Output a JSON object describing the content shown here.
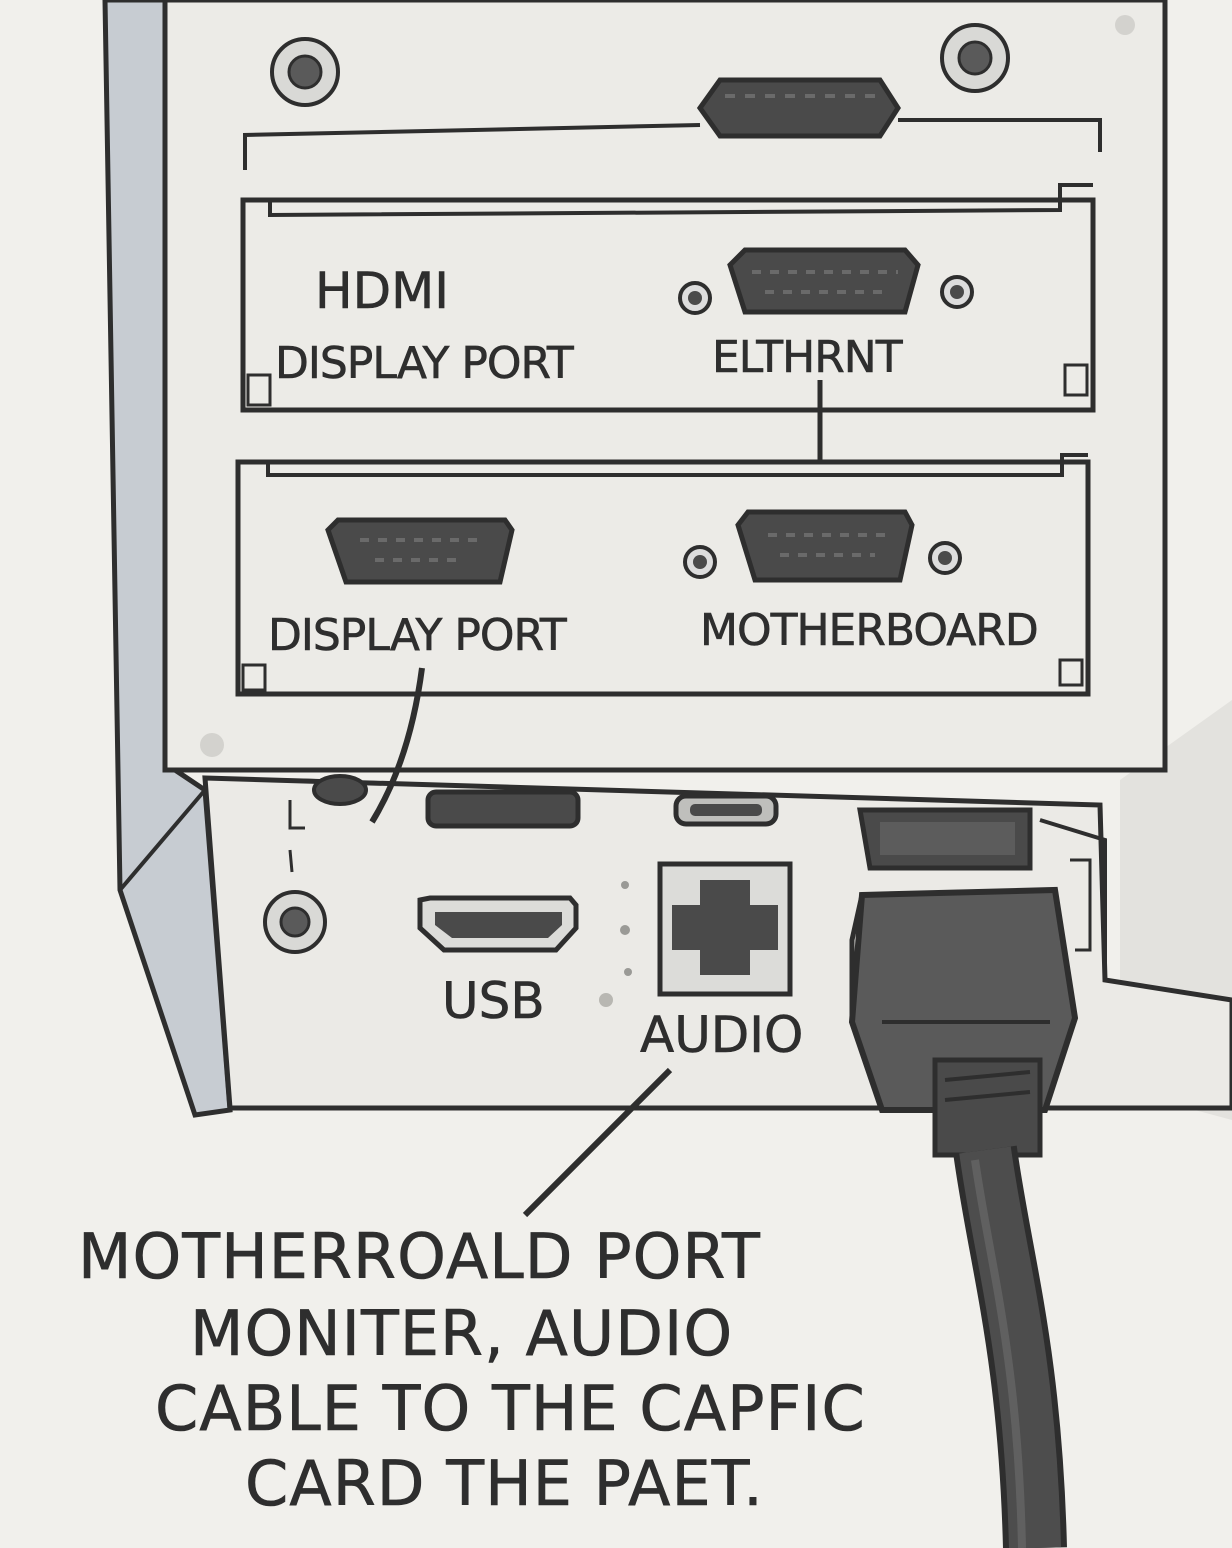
{
  "labels": {
    "hdmi": "HDMI",
    "display_port_upper": "DISPLAY PORT",
    "ethernet": "ELTHRNT",
    "display_port_lower": "DISPLAY PORT",
    "motherboard": "MOTHERBOARD",
    "usb": "USB",
    "audio": "AUDIO"
  },
  "caption": {
    "lines": [
      "MOTHERROALD  PORT",
      "MONITER, AUDIO",
      "CABLE  TO  THE  CAPFIC",
      "CARD  THE  PAET."
    ]
  },
  "colors": {
    "paper": "#f1f0ec",
    "panel": "#ecebe7",
    "ink": "#2e2e2e",
    "port": "#4a4a4a",
    "side_shade": "#c7ccd2"
  }
}
